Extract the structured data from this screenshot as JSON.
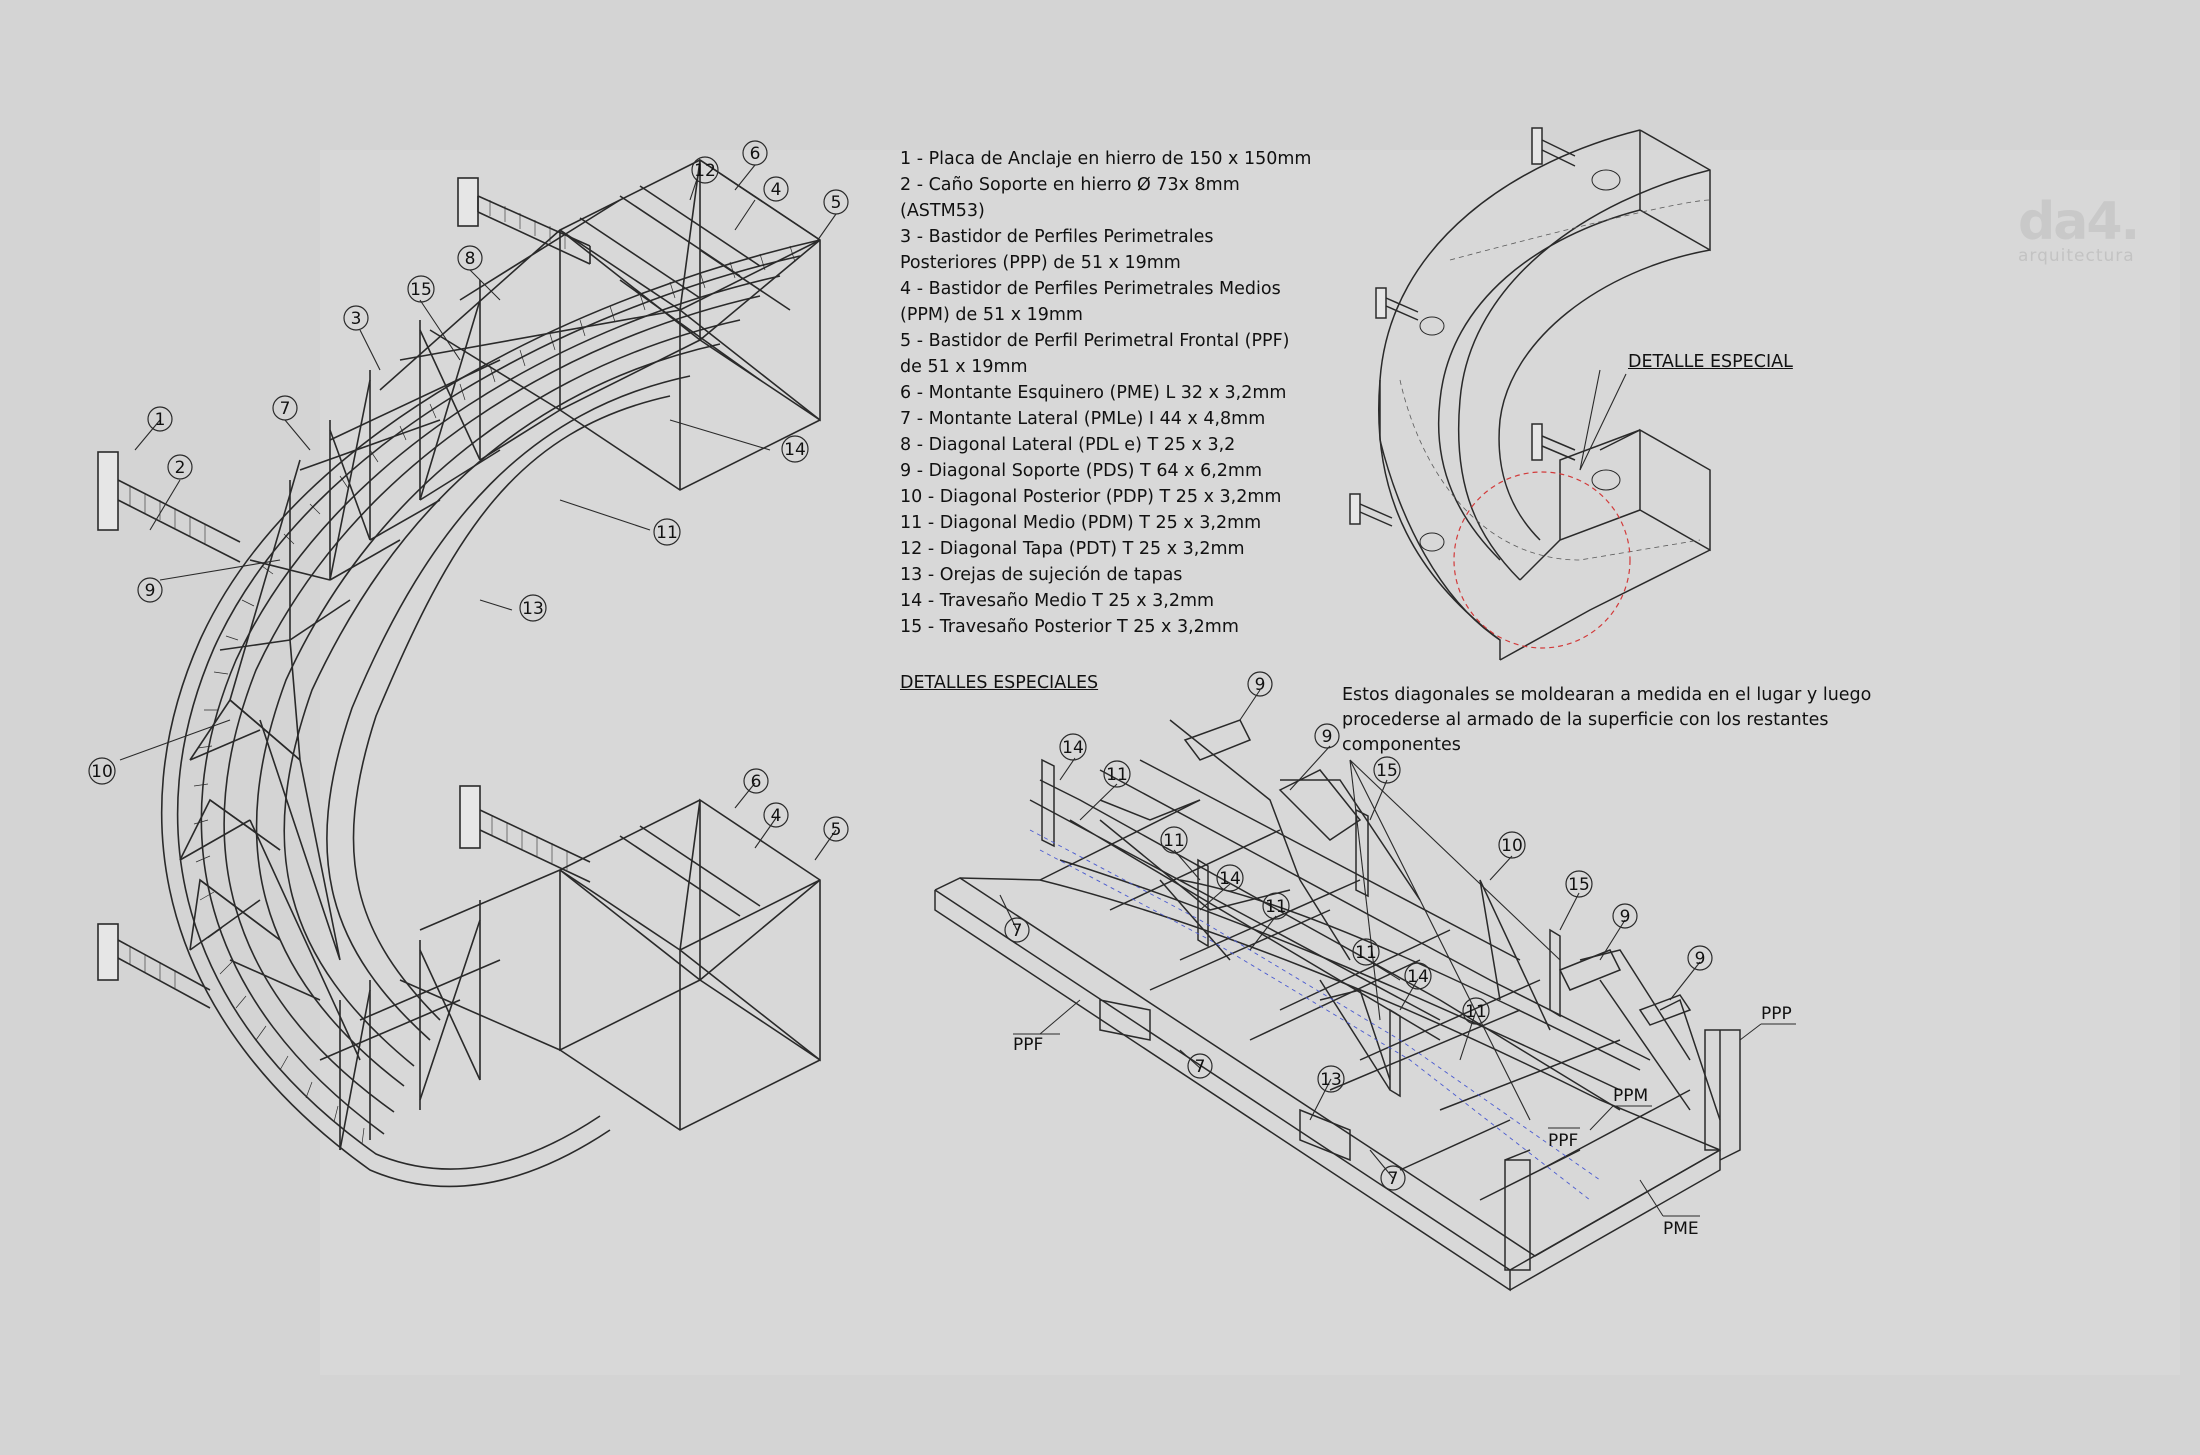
{
  "legend": {
    "items": [
      [
        "1 - Placa de Anclaje en hierro de 150 x 150mm"
      ],
      [
        "2 - Caño Soporte en hierro Ø 73x 8mm",
        "(ASTM53)"
      ],
      [
        "3 - Bastidor de Perfiles Perimetrales",
        "Posteriores (PPP) de 51 x 19mm"
      ],
      [
        "4 - Bastidor de Perfiles Perimetrales Medios",
        "(PPM)  de 51 x 19mm"
      ],
      [
        "5 - Bastidor de Perfil Perimetral Frontal (PPF)",
        "de 51 x 19mm"
      ],
      [
        "6 - Montante Esquinero (PME) L 32 x 3,2mm"
      ],
      [
        "7 - Montante Lateral (PMLe) I 44 x 4,8mm"
      ],
      [
        "8 - Diagonal Lateral (PDL e) T 25 x 3,2"
      ],
      [
        "9 - Diagonal Soporte (PDS) T 64 x 6,2mm"
      ],
      [
        "10 - Diagonal Posterior (PDP) T 25 x 3,2mm"
      ],
      [
        "11 - Diagonal Medio (PDM) T 25 x 3,2mm"
      ],
      [
        "12 - Diagonal Tapa (PDT) T 25 x 3,2mm"
      ],
      [
        "13 - Orejas de sujeción de tapas"
      ],
      [
        "14 - Travesaño Medio T 25 x 3,2mm"
      ],
      [
        "15 - Travesaño Posterior T 25 x 3,2mm"
      ]
    ]
  },
  "headings": {
    "special_details": "DETALLES ESPECIALES",
    "special_detail": "DETALLE ESPECIAL"
  },
  "note": {
    "lines": [
      "Estos diagonales se moldearan a medida en el lugar y luego",
      "procederse al armado de la superficie con los restantes",
      "componentes"
    ]
  },
  "logo": {
    "mark": "da4.",
    "sub": "arquitectura"
  },
  "callouts_main": [
    "1",
    "2",
    "3",
    "4",
    "5",
    "6",
    "7",
    "8",
    "9",
    "10",
    "11",
    "12",
    "13",
    "14",
    "15",
    "4",
    "5",
    "6"
  ],
  "callouts_detail": [
    "9",
    "9",
    "14",
    "11",
    "15",
    "11",
    "14",
    "11",
    "10",
    "15",
    "9",
    "9",
    "7",
    "11",
    "14",
    "11",
    "7",
    "13",
    "7"
  ],
  "detail_labels": {
    "ppf_left": "PPF",
    "ppp": "PPP",
    "ppm": "PPM",
    "ppf_mid": "PPF",
    "pme": "PME"
  },
  "colors": {
    "background": "#d4d4d4",
    "line": "#2a2a2a",
    "accent_circle": "#d23a3a",
    "dashed_blue": "#4a5ad0"
  }
}
